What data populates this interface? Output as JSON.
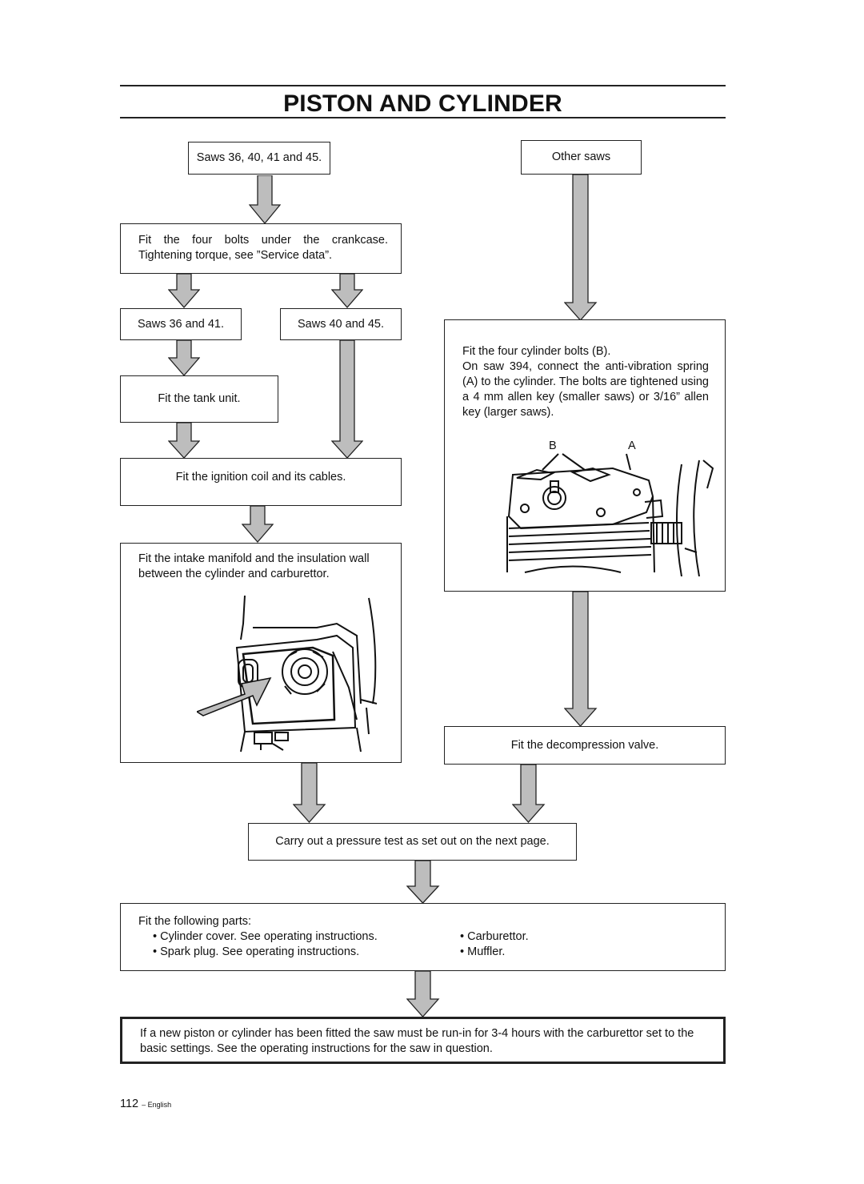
{
  "page": {
    "title": "PISTON AND CYLINDER",
    "page_number": "112",
    "language": "– English"
  },
  "flow": {
    "saws_36_40_41_45": "Saws 36, 40, 41 and 45.",
    "other_saws": "Other saws",
    "fit_four_bolts": "Fit the four bolts under the crankcase. Tightening torque, see ”Service data”.",
    "saws_36_41": "Saws 36 and 41.",
    "saws_40_45": "Saws 40 and 45.",
    "fit_tank": "Fit the tank unit.",
    "fit_ignition": "Fit the ignition coil and its cables.",
    "fit_intake": "Fit the intake manifold and the insulation wall between the cylinder and carburettor.",
    "fit_cylinder_bolts_title": "Fit the four cylinder bolts (B).",
    "fit_cylinder_bolts_body": "On saw 394, connect the anti-vibration spring (A) to the cylinder. The bolts are tightened using a  4 mm allen key (smaller saws) or 3/16” allen key (larger saws).",
    "label_b": "B",
    "label_a": "A",
    "fit_decompression": "Fit the decompression valve.",
    "pressure_test": "Carry out a pressure test as set out on the next page.",
    "following_parts_title": "Fit the following parts:",
    "parts_left": [
      "Cylinder cover. See operating instructions.",
      "Spark plug. See operating instructions."
    ],
    "parts_right": [
      "Carburettor.",
      "Muffler."
    ],
    "final_note": "If a new piston or cylinder has been fitted the saw must be run-in for 3-4 hours with the carburettor set to the basic settings. See the operating instructions for the saw in question."
  }
}
